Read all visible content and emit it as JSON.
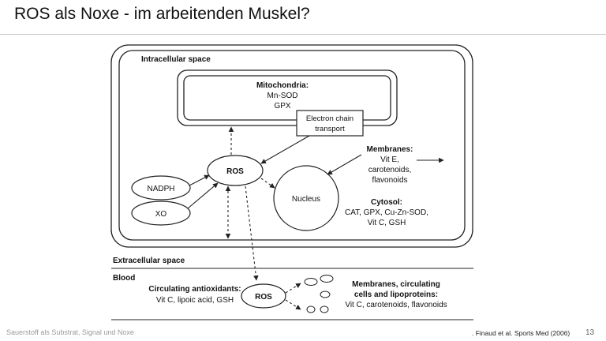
{
  "slide": {
    "title": "ROS als Noxe  -  im arbeitenden Muskel?",
    "footer_left": "Sauerstoff als Substrat, Signal und Noxe",
    "citation": ". Finaud et al. Sports Med (2006)",
    "page_number": "13"
  },
  "diagram": {
    "intracellular_label": "Intracellular space",
    "extracellular_label": "Extracellular space",
    "blood_label": "Blood",
    "mitochondria": {
      "title": "Mitochondria:",
      "items": [
        "Mn-SOD",
        "GPX"
      ]
    },
    "electron_chain": [
      "Electron chain",
      "transport"
    ],
    "ros_cell": "ROS",
    "nadph": "NADPH",
    "xo": "XO",
    "nucleus": "Nucleus",
    "membranes": {
      "title": "Membranes:",
      "items": [
        "Vit E,",
        "carotenoids,",
        "flavonoids"
      ]
    },
    "cytosol": {
      "title": "Cytosol:",
      "items": [
        "CAT, GPX, Cu-Zn-SOD,",
        "Vit C, GSH"
      ]
    },
    "ros_blood": "ROS",
    "circulating": {
      "title": "Circulating antioxidants:",
      "items": [
        "Vit C, lipoic acid, GSH"
      ]
    },
    "blood_membranes": {
      "title_lines": [
        "Membranes, circulating",
        "cells and lipoproteins:"
      ],
      "items": [
        "Vit C, carotenoids, flavonoids"
      ]
    }
  }
}
